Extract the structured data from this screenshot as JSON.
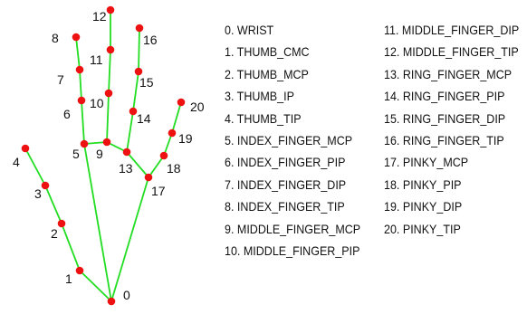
{
  "colors": {
    "bone": "#22dd22",
    "joint": "#ee1111"
  },
  "keypoints": [
    {
      "id": "0",
      "name": "WRIST"
    },
    {
      "id": "1",
      "name": "THUMB_CMC"
    },
    {
      "id": "2",
      "name": "THUMB_MCP"
    },
    {
      "id": "3",
      "name": "THUMB_IP"
    },
    {
      "id": "4",
      "name": "THUMB_TIP"
    },
    {
      "id": "5",
      "name": "INDEX_FINGER_MCP"
    },
    {
      "id": "6",
      "name": "INDEX_FINGER_PIP"
    },
    {
      "id": "7",
      "name": "INDEX_FINGER_DIP"
    },
    {
      "id": "8",
      "name": "INDEX_FINGER_TIP"
    },
    {
      "id": "9",
      "name": "MIDDLE_FINGER_MCP"
    },
    {
      "id": "10",
      "name": "MIDDLE_FINGER_PIP"
    },
    {
      "id": "11",
      "name": "MIDDLE_FINGER_DIP"
    },
    {
      "id": "12",
      "name": "MIDDLE_FINGER_TIP"
    },
    {
      "id": "13",
      "name": "RING_FINGER_MCP"
    },
    {
      "id": "14",
      "name": "RING_FINGER_PIP"
    },
    {
      "id": "15",
      "name": "RING_FINGER_DIP"
    },
    {
      "id": "16",
      "name": "RING_FINGER_TIP"
    },
    {
      "id": "17",
      "name": "PINKY_MCP"
    },
    {
      "id": "18",
      "name": "PINKY_PIP"
    },
    {
      "id": "19",
      "name": "PINKY_DIP"
    },
    {
      "id": "20",
      "name": "PINKY_TIP"
    }
  ],
  "legend": [
    "0. WRIST",
    "1. THUMB_CMC",
    "2. THUMB_MCP",
    "3. THUMB_IP",
    "4. THUMB_TIP",
    "5. INDEX_FINGER_MCP",
    "6. INDEX_FINGER_PIP",
    "7. INDEX_FINGER_DIP",
    "8. INDEX_FINGER_TIP",
    "9. MIDDLE_FINGER_MCP",
    "10. MIDDLE_FINGER_PIP",
    "11. MIDDLE_FINGER_DIP",
    "12. MIDDLE_FINGER_TIP",
    "13. RING_FINGER_MCP",
    "14. RING_FINGER_PIP",
    "15. RING_FINGER_DIP",
    "16. RING_FINGER_TIP",
    "17. PINKY_MCP",
    "18. PINKY_PIP",
    "19. PINKY_DIP",
    "20. PINKY_TIP"
  ]
}
